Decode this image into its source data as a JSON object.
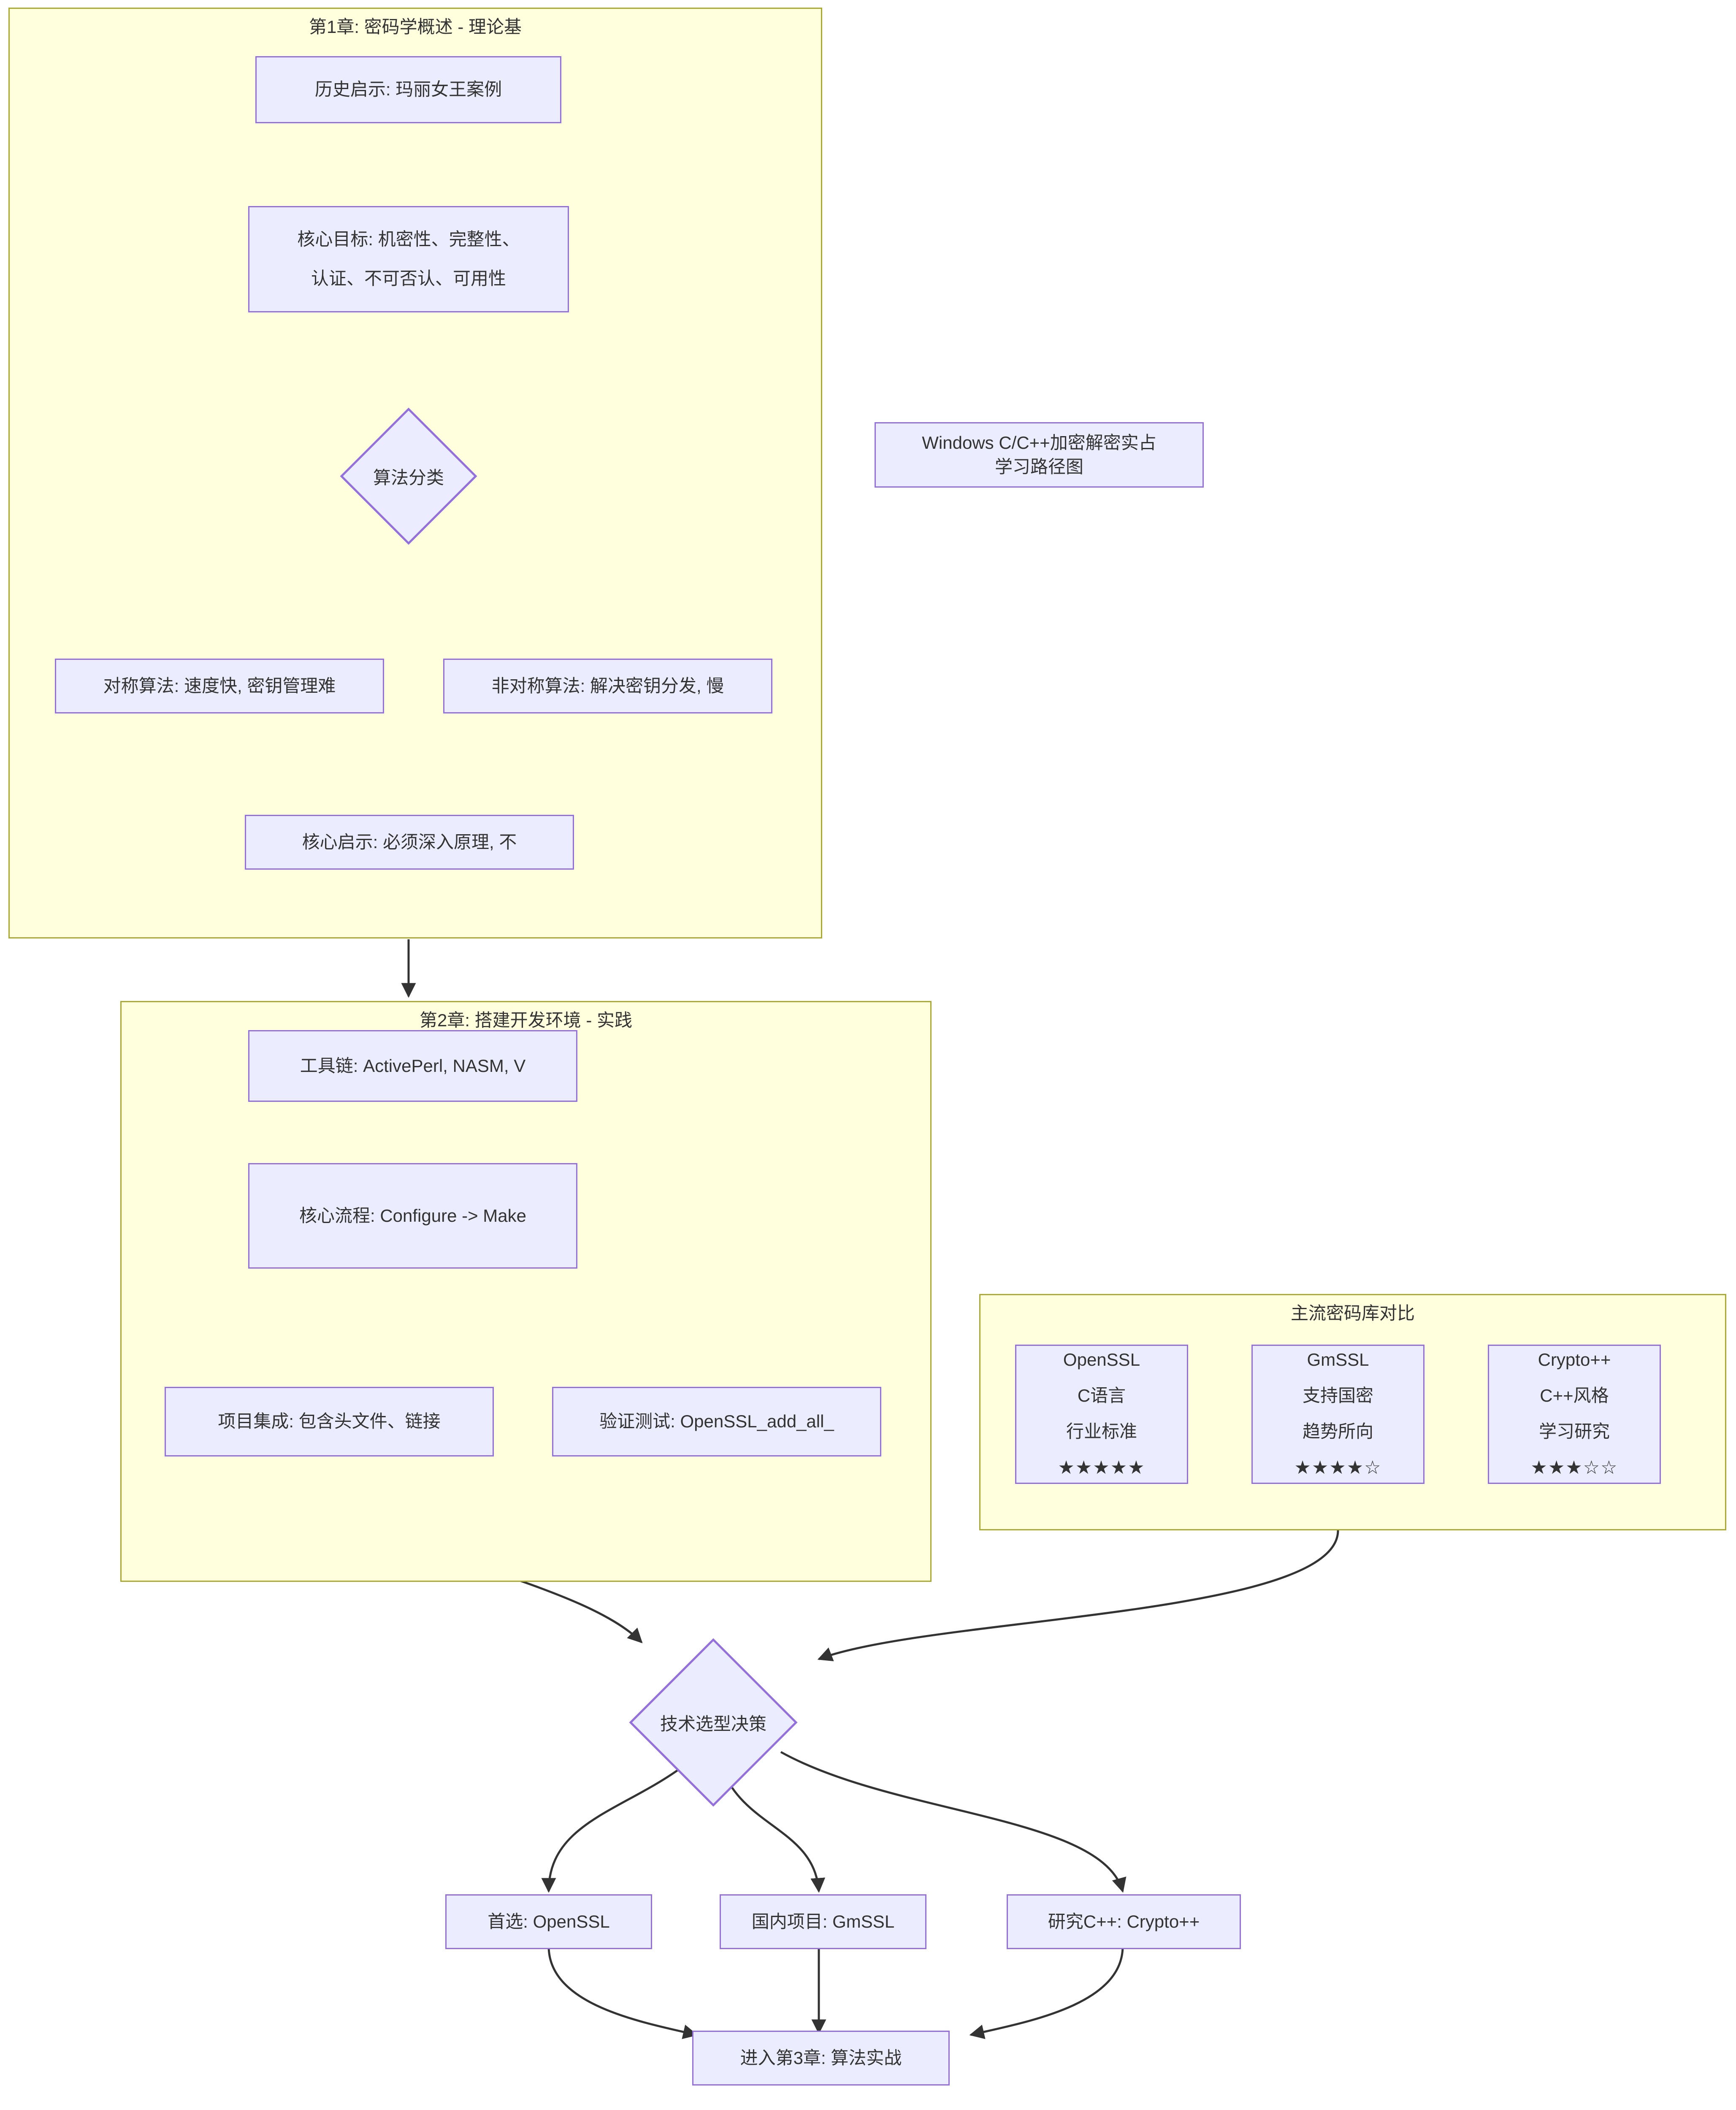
{
  "diagram": {
    "title_card": {
      "line1": "Windows C/C++加密解密实占",
      "line2": "学习路径图"
    },
    "colors": {
      "cluster_fill": "#ffffde",
      "cluster_stroke": "#aaaa33",
      "node_fill": "#ececff",
      "node_stroke": "#9370db",
      "edge_stroke": "#333333",
      "text": "#333333"
    },
    "clusters": [
      {
        "id": "chapter1",
        "title": "第1章: 密码学概述 - 理论基"
      },
      {
        "id": "chapter2",
        "title": "第2章: 搭建开发环境 - 实践"
      },
      {
        "id": "libcompare",
        "title": "主流密码库对比"
      }
    ],
    "nodes": {
      "history": "历史启示: 玛丽女王案例",
      "goals_line1": "核心目标: 机密性、完整性、",
      "goals_line2": "认证、不可否认、可用性",
      "algo_class": "算法分类",
      "symmetric": "对称算法: 速度快, 密钥管理难",
      "asymmetric": "非对称算法: 解决密钥分发, 慢",
      "core_insight": "核心启示: 必须深入原理, 不",
      "toolchain": "工具链: ActivePerl, NASM, V",
      "core_flow": "核心流程: Configure -> Make",
      "project_integration": "项目集成: 包含头文件、链接",
      "verify_test": "验证测试: OpenSSL_add_all_",
      "tech_decision": "技术选型决策",
      "choice_openssl": "首选: OpenSSL",
      "choice_gmssl": "国内项目: GmSSL",
      "choice_cryptopp": "研究C++: Crypto++",
      "enter_chapter3": "进入第3章: 算法实战"
    },
    "libraries": [
      {
        "id": "openssl",
        "name": "OpenSSL",
        "language": "C语言",
        "note": "行业标准",
        "rating_text": "★★★★★",
        "rating_value": 5
      },
      {
        "id": "gmssl",
        "name": "GmSSL",
        "language": "支持国密",
        "note": "趋势所向",
        "rating_text": "★★★★☆",
        "rating_value": 4
      },
      {
        "id": "cryptopp",
        "name": "Crypto++",
        "language": "C++风格",
        "note": "学习研究",
        "rating_text": "★★★☆☆",
        "rating_value": 3
      }
    ]
  }
}
